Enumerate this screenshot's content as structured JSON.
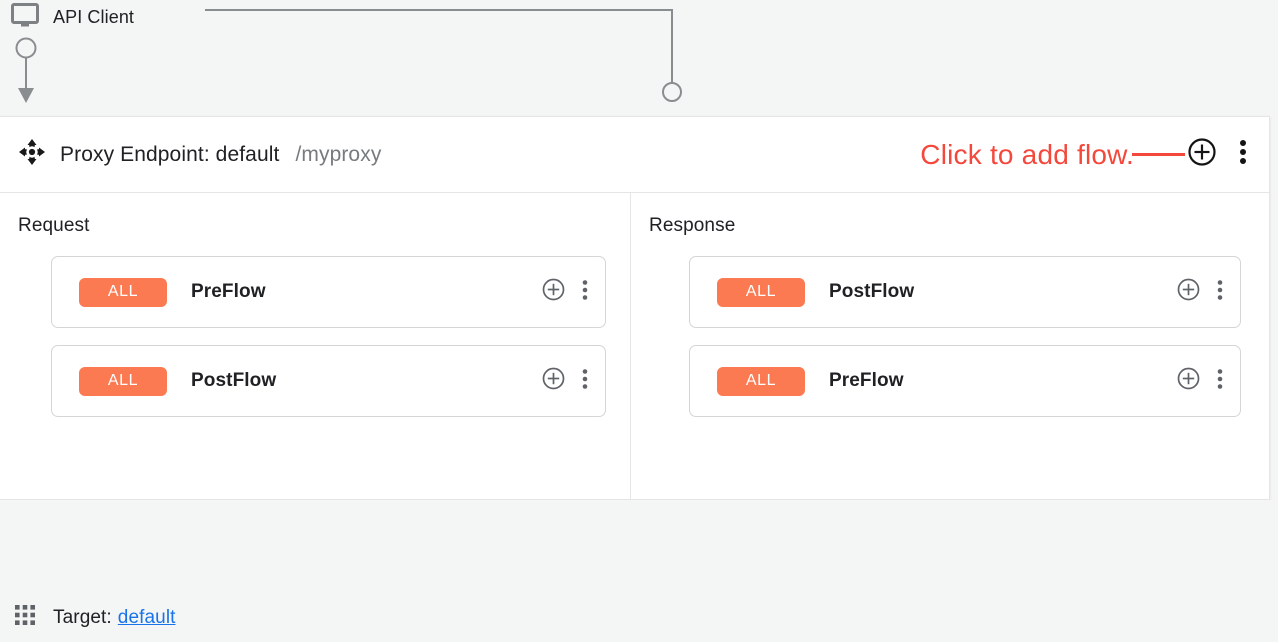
{
  "client": {
    "label": "API Client",
    "icon": "monitor-icon"
  },
  "endpoint": {
    "move_icon": "move-handle-icon",
    "title": "Proxy Endpoint: default",
    "path": "/myproxy",
    "annotation": "Click to add flow.",
    "annotation_color": "#f4483c",
    "add_icon": "plus-circle-icon",
    "menu_icon": "kebab-menu-icon"
  },
  "columns": [
    {
      "key": "request",
      "title": "Request",
      "direction": "down",
      "flows": [
        {
          "badge": "ALL",
          "name": "PreFlow",
          "add_icon": "plus-circle-icon",
          "menu_icon": "kebab-menu-icon"
        },
        {
          "badge": "ALL",
          "name": "PostFlow",
          "add_icon": "plus-circle-icon",
          "menu_icon": "kebab-menu-icon"
        }
      ]
    },
    {
      "key": "response",
      "title": "Response",
      "direction": "up",
      "flows": [
        {
          "badge": "ALL",
          "name": "PostFlow",
          "add_icon": "plus-circle-icon",
          "menu_icon": "kebab-menu-icon"
        },
        {
          "badge": "ALL",
          "name": "PreFlow",
          "add_icon": "plus-circle-icon",
          "menu_icon": "kebab-menu-icon"
        }
      ]
    }
  ],
  "target": {
    "icon": "apps-grid-icon",
    "label": "Target:",
    "value": "default",
    "link_color": "#1a73e8"
  },
  "theme": {
    "badge_color": "#fb7a52",
    "background": "#f4f5f5",
    "card_background": "#ffffff",
    "connector_color": "#8a8d8f"
  }
}
